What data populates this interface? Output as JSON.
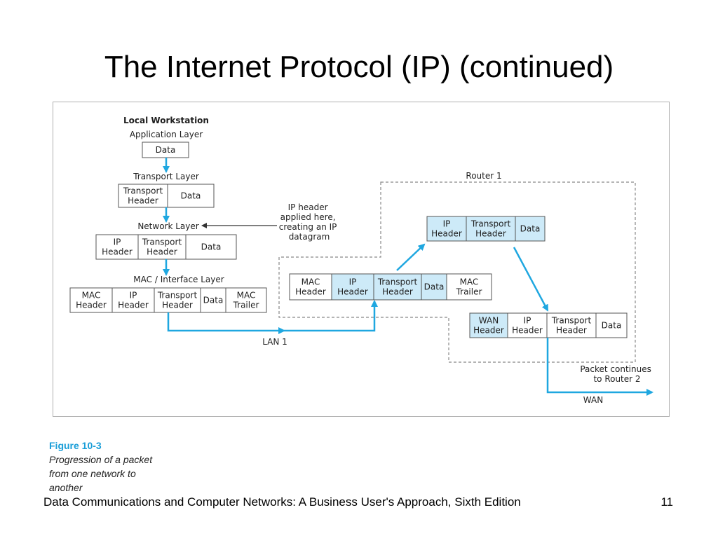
{
  "title": "The Internet Protocol (IP) (continued)",
  "diagram": {
    "workstation_heading": "Local Workstation",
    "application_layer": "Application Layer",
    "transport_layer": "Transport Layer",
    "network_layer": "Network Layer",
    "mac_interface_layer": "MAC / Interface Layer",
    "router_label": "Router 1",
    "ip_note": [
      "IP header",
      "applied here,",
      "creating an IP",
      "datagram"
    ],
    "lan_label": "LAN 1",
    "wan_label": "WAN",
    "continue_note": [
      "Packet continues",
      "to Router 2"
    ],
    "packets": {
      "app": [
        "Data"
      ],
      "transport": [
        "Transport Header",
        "Data"
      ],
      "network": [
        "IP Header",
        "Transport Header",
        "Data"
      ],
      "mac": [
        "MAC Header",
        "IP Header",
        "Transport Header",
        "Data",
        "MAC Trailer"
      ],
      "router_in": [
        "MAC Header",
        "IP Header",
        "Transport Header",
        "Data",
        "MAC Trailer"
      ],
      "router_ip": [
        "IP Header",
        "Transport Header",
        "Data"
      ],
      "router_wan": [
        "WAN Header",
        "IP Header",
        "Transport Header",
        "Data"
      ]
    },
    "highlight_color": "#cdeaf8",
    "arrow_color": "#1fa7e0"
  },
  "caption": {
    "figure_number": "Figure 10-3",
    "text": "Progression of a packet\nfrom one network to\nanother"
  },
  "footer": "Data Communications and Computer Networks: A Business User's Approach, Sixth Edition",
  "page_number": "11"
}
